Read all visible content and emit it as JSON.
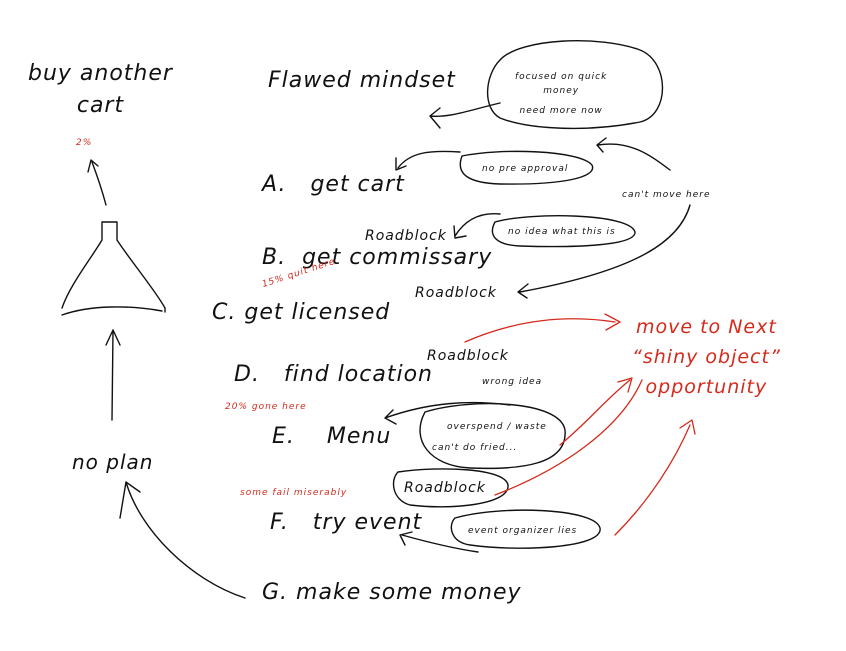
{
  "colors": {
    "ink": "#111111",
    "accent": "#d42a1c",
    "background": "#ffffff"
  },
  "left_column": {
    "goal": [
      "buy another",
      "cart"
    ],
    "goal_percent": "2%",
    "funnel_icon": "funnel-icon",
    "root_cause": "no plan"
  },
  "header": {
    "title": "Flawed mindset"
  },
  "mindset_bubble": {
    "line1": "focused on quick",
    "line2": "money",
    "line3": "need more now"
  },
  "steps": [
    {
      "letter": "A.",
      "label": "get cart"
    },
    {
      "letter": "B.",
      "label": "get commissary"
    },
    {
      "letter": "C.",
      "label": "get licensed"
    },
    {
      "letter": "D.",
      "label": "find location"
    },
    {
      "letter": "E.",
      "label": "Menu"
    },
    {
      "letter": "F.",
      "label": "try event"
    },
    {
      "letter": "G.",
      "label": "make some money"
    }
  ],
  "notes": {
    "no_pre_approval": "no pre approval",
    "cant_move_here": "can't move here",
    "no_idea": "no idea what this is",
    "roadblock_b": "Roadblock",
    "roadblock_c": "Roadblock",
    "roadblock_d": "Roadblock",
    "roadblock_f": "Roadblock",
    "wrong_idea": "wrong idea",
    "overspend": "overspend / waste",
    "cant_do_fried": "can't do fried...",
    "event_lies": "event organizer lies"
  },
  "red_notes": {
    "quit_15": "15% quit here",
    "gone_20": "20% gone here",
    "fail": "some fail miserably",
    "outcome": [
      "move to Next",
      "“shiny object”",
      "opportunity"
    ]
  }
}
